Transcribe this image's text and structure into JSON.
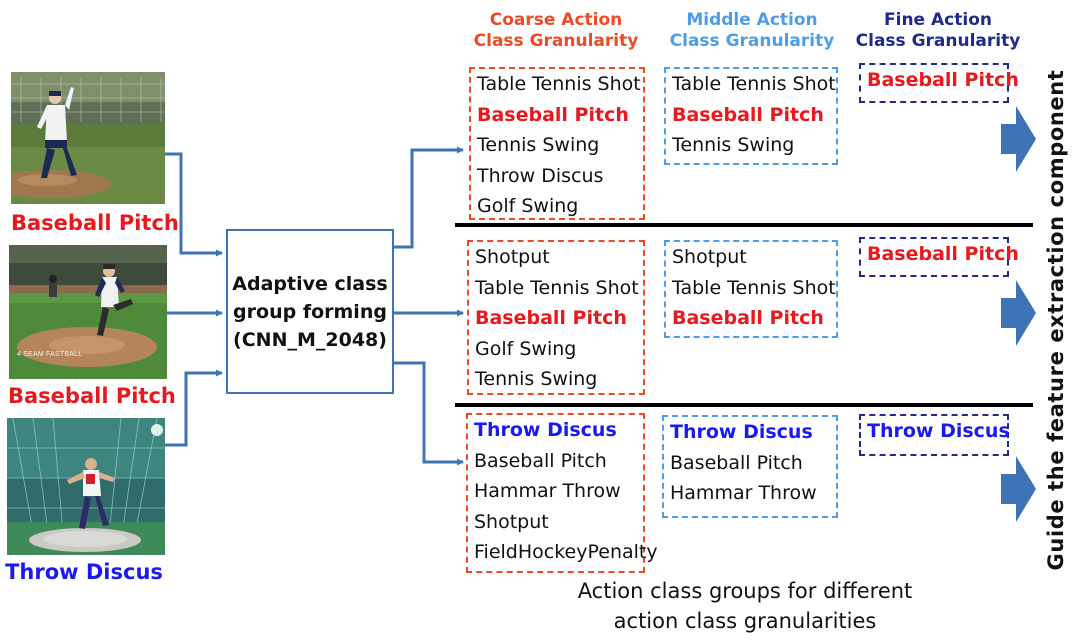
{
  "images": [
    {
      "label": "Baseball Pitch",
      "label_color": "#e8191d"
    },
    {
      "label": "Baseball Pitch",
      "label_color": "#e8191d",
      "watermark": "4 SEAM FASTBALL"
    },
    {
      "label": "Throw Discus",
      "label_color": "#1a1af0"
    }
  ],
  "central_box": {
    "lines": [
      "Adaptive class",
      "group forming",
      "(CNN_M_2048)"
    ]
  },
  "headers": [
    {
      "line1": "Coarse Action",
      "line2": "Class Granularity",
      "color": "#ef4a23"
    },
    {
      "line1": "Middle Action",
      "line2": "Class Granularity",
      "color": "#4d9ee8"
    },
    {
      "line1": "Fine Action",
      "line2": "Class Granularity",
      "color": "#1f2a8c"
    }
  ],
  "rows": [
    {
      "highlight_color": "#e8191d",
      "coarse": [
        {
          "text": "Table Tennis Shot",
          "hl": false
        },
        {
          "text": "Baseball Pitch",
          "hl": true
        },
        {
          "text": "Tennis Swing",
          "hl": false
        },
        {
          "text": "Throw Discus",
          "hl": false
        },
        {
          "text": "Golf Swing",
          "hl": false
        }
      ],
      "middle": [
        {
          "text": "Table Tennis Shot",
          "hl": false
        },
        {
          "text": "Baseball Pitch",
          "hl": true
        },
        {
          "text": "Tennis Swing",
          "hl": false
        }
      ],
      "fine": [
        {
          "text": "Baseball Pitch",
          "hl": true
        }
      ]
    },
    {
      "highlight_color": "#e8191d",
      "coarse": [
        {
          "text": "Shotput",
          "hl": false
        },
        {
          "text": "Table Tennis Shot",
          "hl": false
        },
        {
          "text": "Baseball Pitch",
          "hl": true
        },
        {
          "text": "Golf Swing",
          "hl": false
        },
        {
          "text": "Tennis Swing",
          "hl": false
        }
      ],
      "middle": [
        {
          "text": "Shotput",
          "hl": false
        },
        {
          "text": "Table Tennis Shot",
          "hl": false
        },
        {
          "text": "Baseball Pitch",
          "hl": true
        }
      ],
      "fine": [
        {
          "text": "Baseball Pitch",
          "hl": true
        }
      ]
    },
    {
      "highlight_color": "#1a1af0",
      "coarse": [
        {
          "text": "Throw Discus",
          "hl": true
        },
        {
          "text": "Baseball Pitch",
          "hl": false
        },
        {
          "text": "Hammar Throw",
          "hl": false
        },
        {
          "text": "Shotput",
          "hl": false
        },
        {
          "text": "FieldHockeyPenalty",
          "hl": false
        }
      ],
      "middle": [
        {
          "text": "Throw Discus",
          "hl": true
        },
        {
          "text": "Baseball Pitch",
          "hl": false
        },
        {
          "text": "Hammar Throw",
          "hl": false
        }
      ],
      "fine": [
        {
          "text": "Throw Discus",
          "hl": true
        }
      ]
    }
  ],
  "footer": {
    "line1": "Action class groups for different",
    "line2": "action class granularities"
  },
  "side_label": "Guide the feature extraction component",
  "colors": {
    "connector": "#3e73b6",
    "guide_arrow": "#3e73b6",
    "divider": "#000000"
  }
}
